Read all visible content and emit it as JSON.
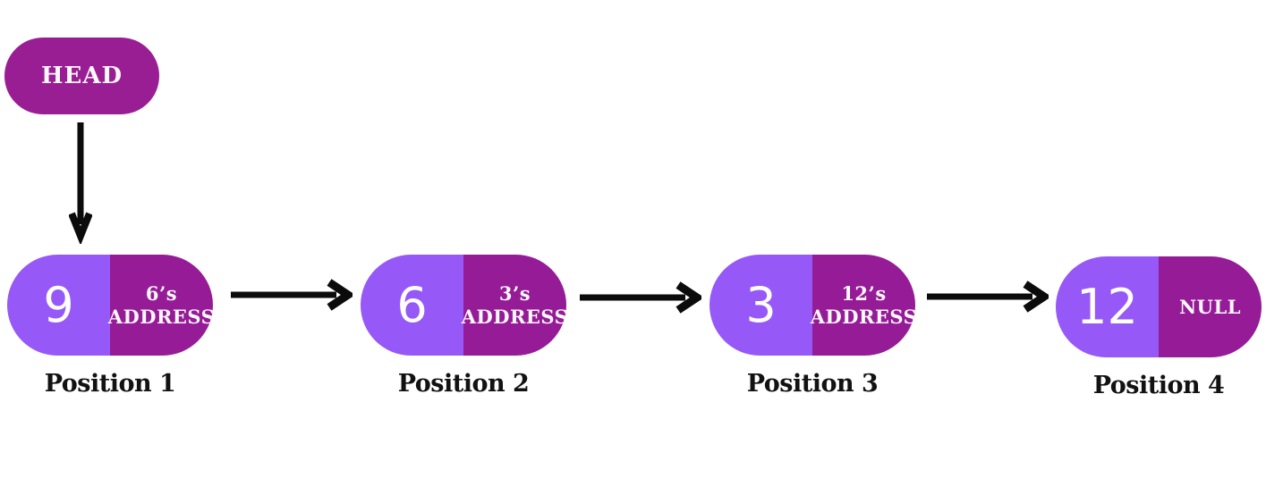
{
  "head": {
    "label": "HEAD"
  },
  "nodes": [
    {
      "value": "9",
      "pointer_top": "6’s",
      "pointer_bottom": "ADDRESS",
      "position_label": "Position 1"
    },
    {
      "value": "6",
      "pointer_top": "3’s",
      "pointer_bottom": "ADDRESS",
      "position_label": "Position 2"
    },
    {
      "value": "3",
      "pointer_top": "12’s",
      "pointer_bottom": "ADDRESS",
      "position_label": "Position 3"
    },
    {
      "value": "12",
      "pointer_top": "NULL",
      "pointer_bottom": "",
      "position_label": "Position 4"
    }
  ],
  "colors": {
    "node-value-bg": "#9658F7",
    "node-pointer-bg": "#951C96",
    "head-bg": "#9A1E93",
    "arrow": "#0b0b0b",
    "label-text": "#121212",
    "text-on-dark": "#FCF8FC"
  }
}
